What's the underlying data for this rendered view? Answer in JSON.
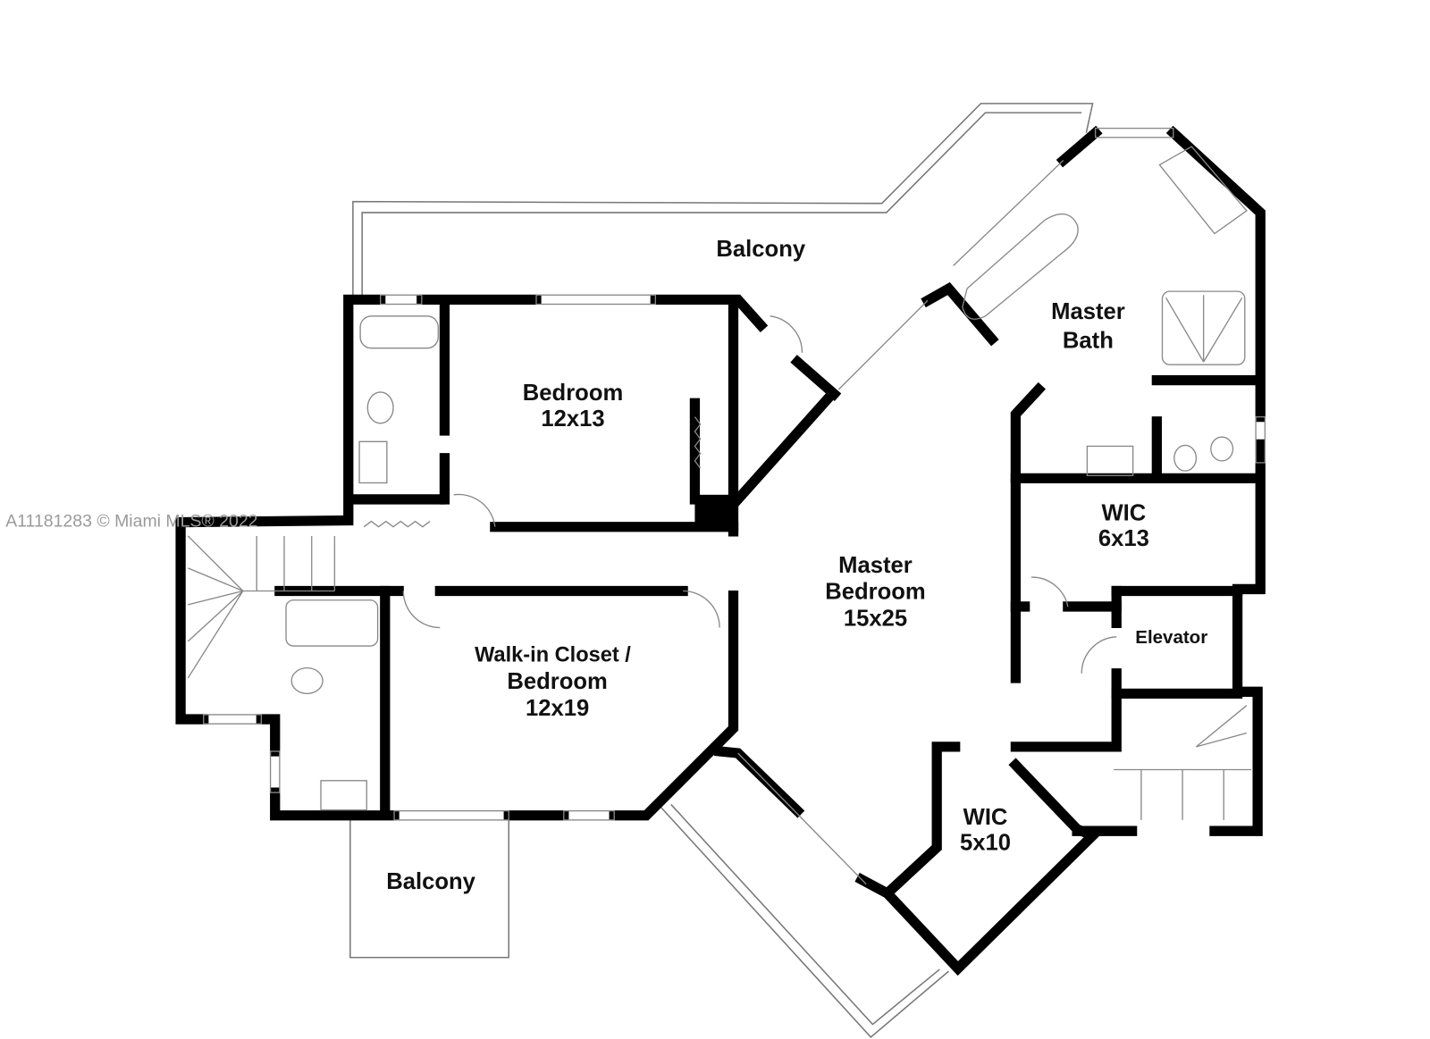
{
  "watermark": "A11181283 © Miami MLS® 2022",
  "rooms": {
    "balcony_top": {
      "name": "Balcony"
    },
    "bedroom": {
      "name": "Bedroom",
      "size": "12x13"
    },
    "master_bath": {
      "name": "Master",
      "name2": "Bath"
    },
    "master_bedroom": {
      "name": "Master",
      "name2": "Bedroom",
      "size": "15x25"
    },
    "wic_6x13": {
      "name": "WIC",
      "size": "6x13"
    },
    "elevator": {
      "name": "Elevator"
    },
    "walkin_closet": {
      "name": "Walk-in Closet /",
      "name2": "Bedroom",
      "size": "12x19"
    },
    "wic_5x10": {
      "name": "WIC",
      "size": "5x10"
    },
    "balcony_bottom": {
      "name": "Balcony"
    }
  }
}
